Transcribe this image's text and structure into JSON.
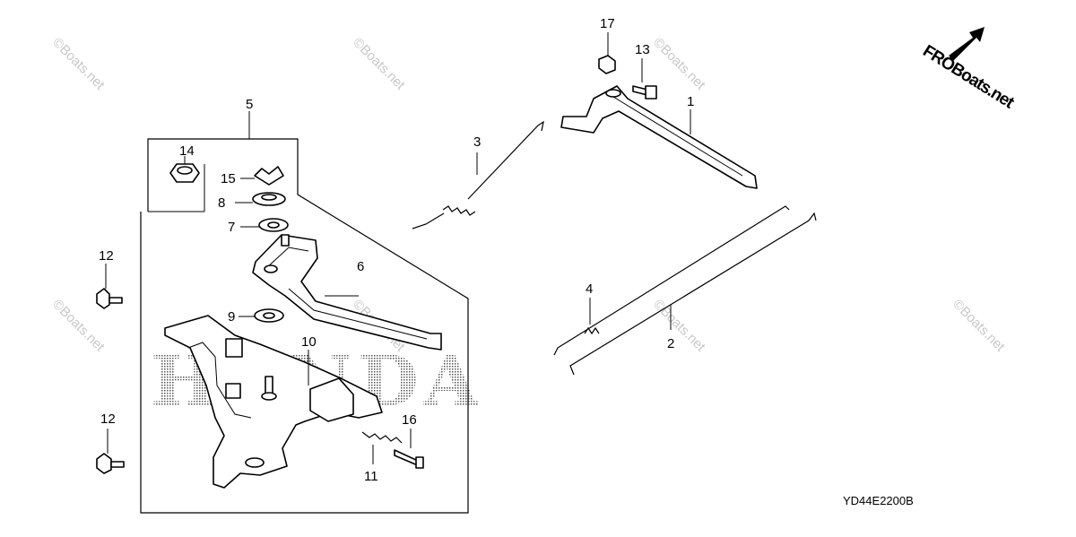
{
  "diagram": {
    "code": "YD44E2200B",
    "brand_watermark": "HONDA",
    "logo": {
      "text": "FROBoats.net",
      "icon": "arrow-icon"
    },
    "watermark_text": "©Boats.net",
    "callouts": {
      "c1": "1",
      "c2": "2",
      "c3": "3",
      "c4": "4",
      "c5": "5",
      "c6": "6",
      "c7": "7",
      "c8": "8",
      "c9": "9",
      "c10": "10",
      "c11": "11",
      "c12a": "12",
      "c12b": "12",
      "c13": "13",
      "c14": "14",
      "c15": "15",
      "c16": "16",
      "c17": "17"
    }
  }
}
